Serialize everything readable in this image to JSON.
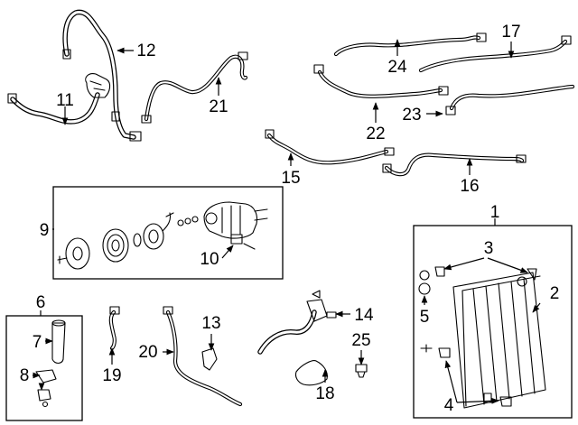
{
  "callouts": [
    {
      "id": "c1",
      "label": "1"
    },
    {
      "id": "c2",
      "label": "2"
    },
    {
      "id": "c3",
      "label": "3"
    },
    {
      "id": "c4",
      "label": "4"
    },
    {
      "id": "c5",
      "label": "5"
    },
    {
      "id": "c6",
      "label": "6"
    },
    {
      "id": "c7",
      "label": "7"
    },
    {
      "id": "c8",
      "label": "8"
    },
    {
      "id": "c9",
      "label": "9"
    },
    {
      "id": "c10",
      "label": "10"
    },
    {
      "id": "c11",
      "label": "11"
    },
    {
      "id": "c12",
      "label": "12"
    },
    {
      "id": "c13",
      "label": "13"
    },
    {
      "id": "c14",
      "label": "14"
    },
    {
      "id": "c15",
      "label": "15"
    },
    {
      "id": "c16",
      "label": "16"
    },
    {
      "id": "c17",
      "label": "17"
    },
    {
      "id": "c18",
      "label": "18"
    },
    {
      "id": "c19",
      "label": "19"
    },
    {
      "id": "c20",
      "label": "20"
    },
    {
      "id": "c21",
      "label": "21"
    },
    {
      "id": "c22",
      "label": "22"
    },
    {
      "id": "c23",
      "label": "23"
    },
    {
      "id": "c24",
      "label": "24"
    },
    {
      "id": "c25",
      "label": "25"
    }
  ],
  "colors": {
    "line": "#000000",
    "background": "#ffffff"
  }
}
